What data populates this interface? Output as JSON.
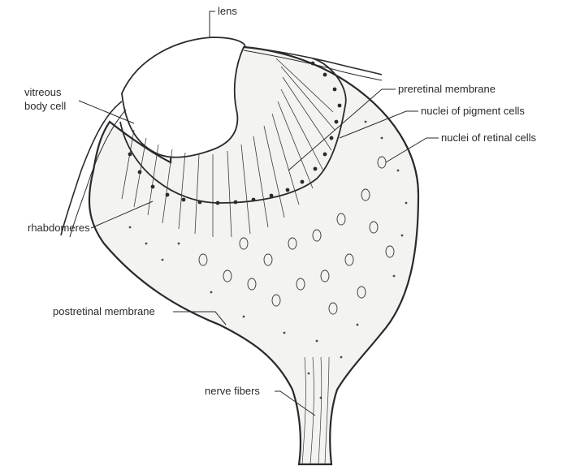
{
  "labels": {
    "lens": "lens",
    "vitreous_line1": "vitreous",
    "vitreous_line2": "body cell",
    "preretinal": "preretinal membrane",
    "pigment_nuclei": "nuclei of pigment cells",
    "retinal_nuclei": "nuclei of retinal cells",
    "rhabdomeres": "rhabdomeres",
    "postretinal": "postretinal membrane",
    "nerve_fibers": "nerve fibers"
  },
  "colors": {
    "ink": "#2a2a2a",
    "paper": "#ffffff"
  }
}
